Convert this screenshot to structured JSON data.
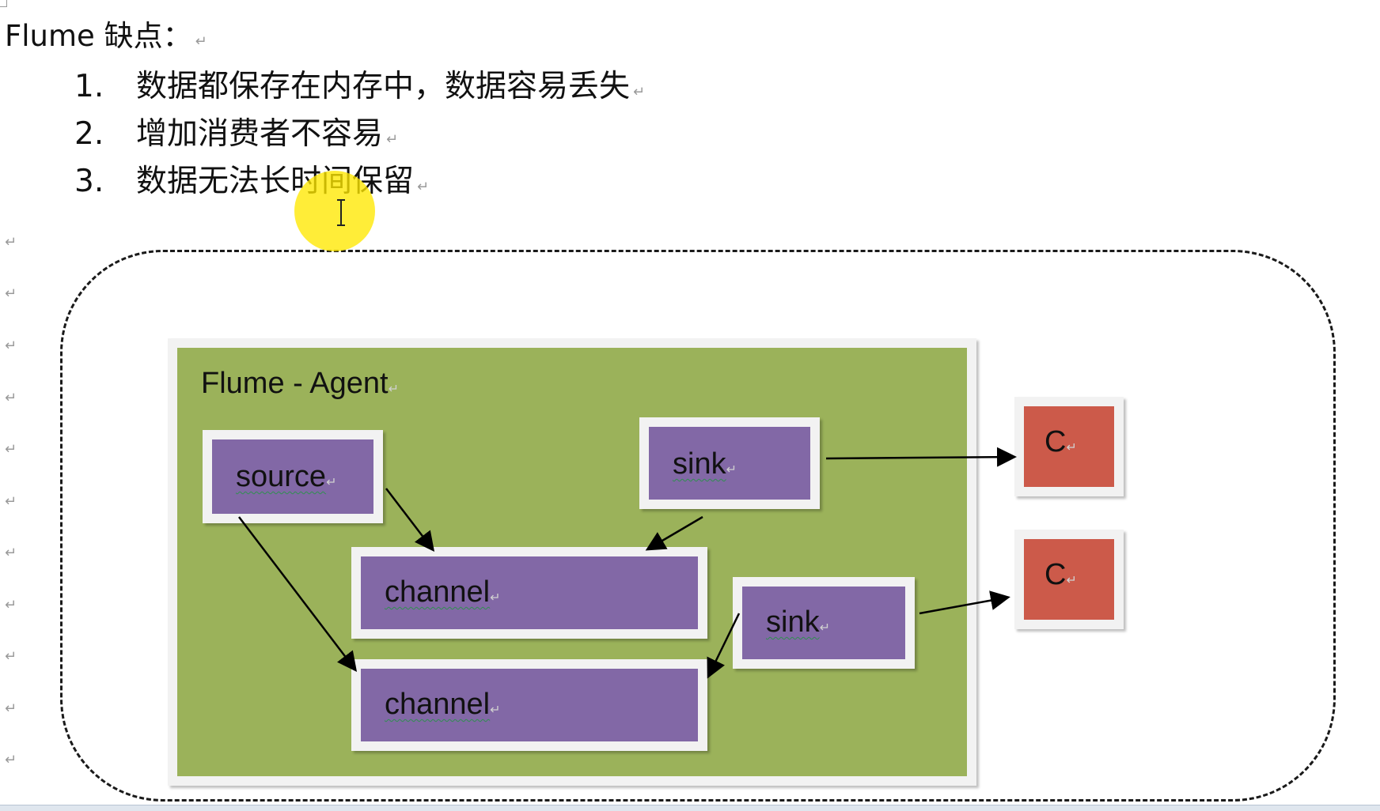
{
  "document": {
    "heading": "Flume 缺点：",
    "paragraph_mark": "↵",
    "list": [
      {
        "number": "1.",
        "text": "数据都保存在内存中，数据容易丢失"
      },
      {
        "number": "2.",
        "text": "增加消费者不容易"
      },
      {
        "number": "3.",
        "text": "数据无法长时间保留"
      }
    ]
  },
  "diagram": {
    "agent_title": "Flume - Agent",
    "source_label": "source",
    "channel_top_label": "channel",
    "channel_bottom_label": "channel",
    "sink_top_label": "sink",
    "sink_bottom_label": "sink",
    "consumer_top_label": "C",
    "consumer_bottom_label": "C",
    "colors": {
      "agent_fill": "#9bb25a",
      "component_fill": "#8268a6",
      "consumer_fill": "#cc5a4a",
      "border": "#f2f2f2"
    }
  },
  "icons": {
    "cursor": "text-cursor-icon"
  }
}
